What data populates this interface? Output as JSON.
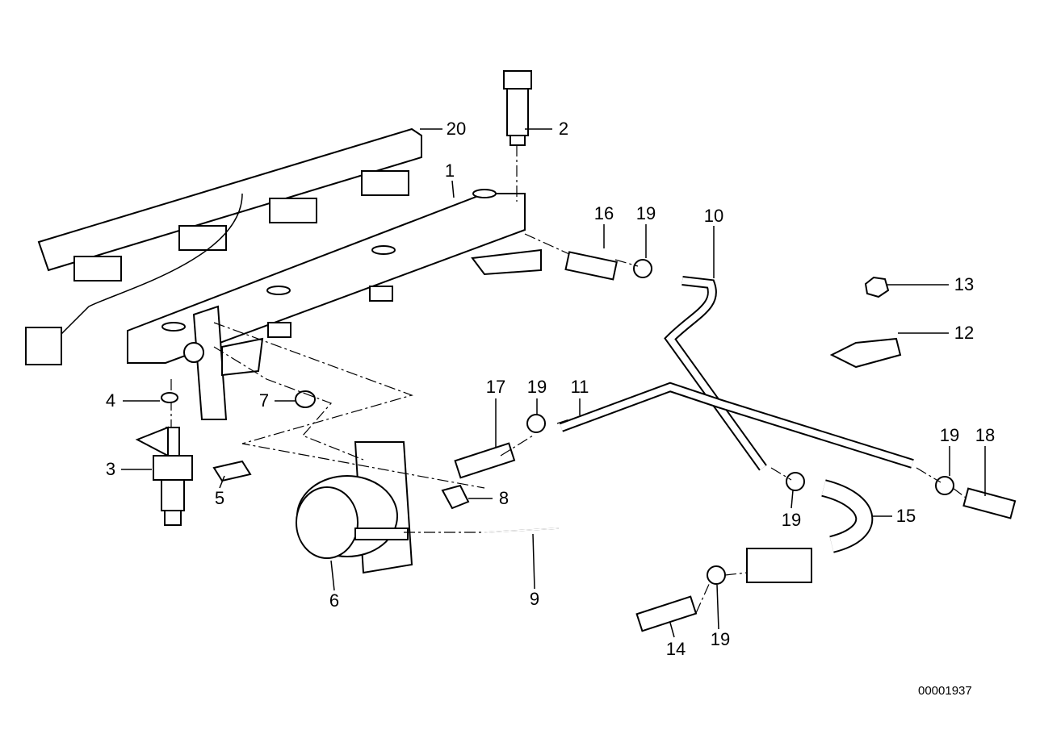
{
  "callouts": {
    "c1": "1",
    "c2": "2",
    "c3": "3",
    "c4": "4",
    "c5": "5",
    "c6": "6",
    "c7": "7",
    "c8": "8",
    "c9": "9",
    "c10": "10",
    "c11": "11",
    "c12": "12",
    "c13": "13",
    "c14": "14",
    "c15": "15",
    "c16": "16",
    "c17": "17",
    "c18": "18",
    "c19a": "19",
    "c19b": "19",
    "c19c": "19",
    "c19d": "19",
    "c19e": "19",
    "c20": "20"
  },
  "diagram_id": "00001937"
}
